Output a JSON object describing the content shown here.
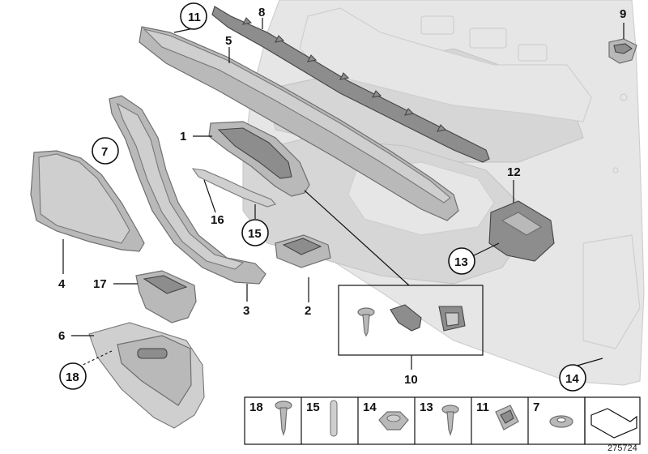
{
  "labels": {
    "p1": "1",
    "p2": "2",
    "p3": "3",
    "p4": "4",
    "p5": "5",
    "p6": "6",
    "p7": "7",
    "p8": "8",
    "p9": "9",
    "p10": "10",
    "p11": "11",
    "p12": "12",
    "p13": "13",
    "p14": "14",
    "p15": "15",
    "p16": "16",
    "p17": "17",
    "p18": "18"
  },
  "legend_strip": {
    "cells": [
      "18",
      "15",
      "14",
      "13",
      "11",
      "7"
    ]
  },
  "reference_number": "275724"
}
